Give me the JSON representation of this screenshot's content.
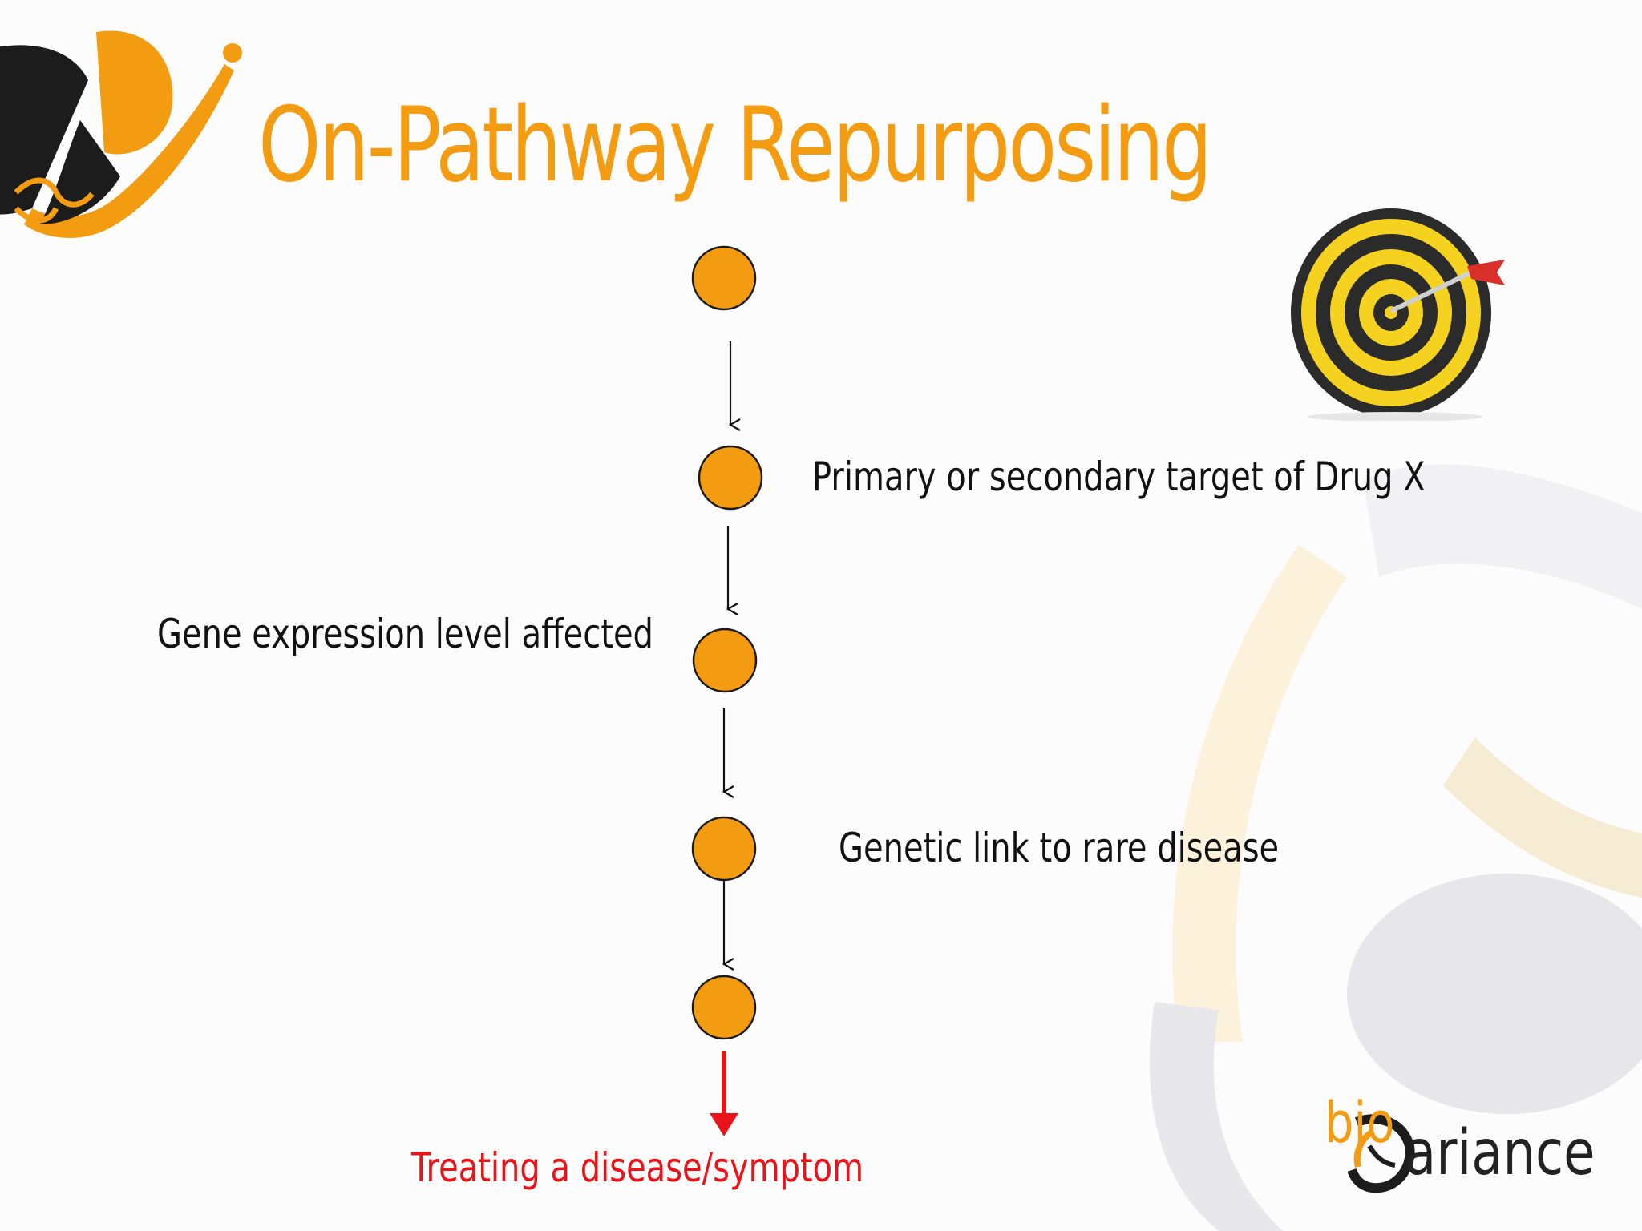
{
  "slide": {
    "title": "On-Pathway Repurposing"
  },
  "diagram": {
    "labels": {
      "target": "Primary or secondary target of Drug X",
      "expression": "Gene expression level affected",
      "genetic_link": "Genetic link to rare disease",
      "outcome": "Treating a disease/symptom"
    },
    "node_count": 5,
    "colors": {
      "node_fill": "#f39c12",
      "node_stroke": "#1a1a1a",
      "arrow": "#111111",
      "outcome_arrow": "#e8141a",
      "title": "#f39c12",
      "outcome_text": "#e8141a"
    }
  },
  "branding": {
    "logo_prefix": "bio",
    "logo_suffix": "ariance",
    "top_logo_icon": "biovariance-mark-icon",
    "target_icon": "dartboard-icon"
  }
}
